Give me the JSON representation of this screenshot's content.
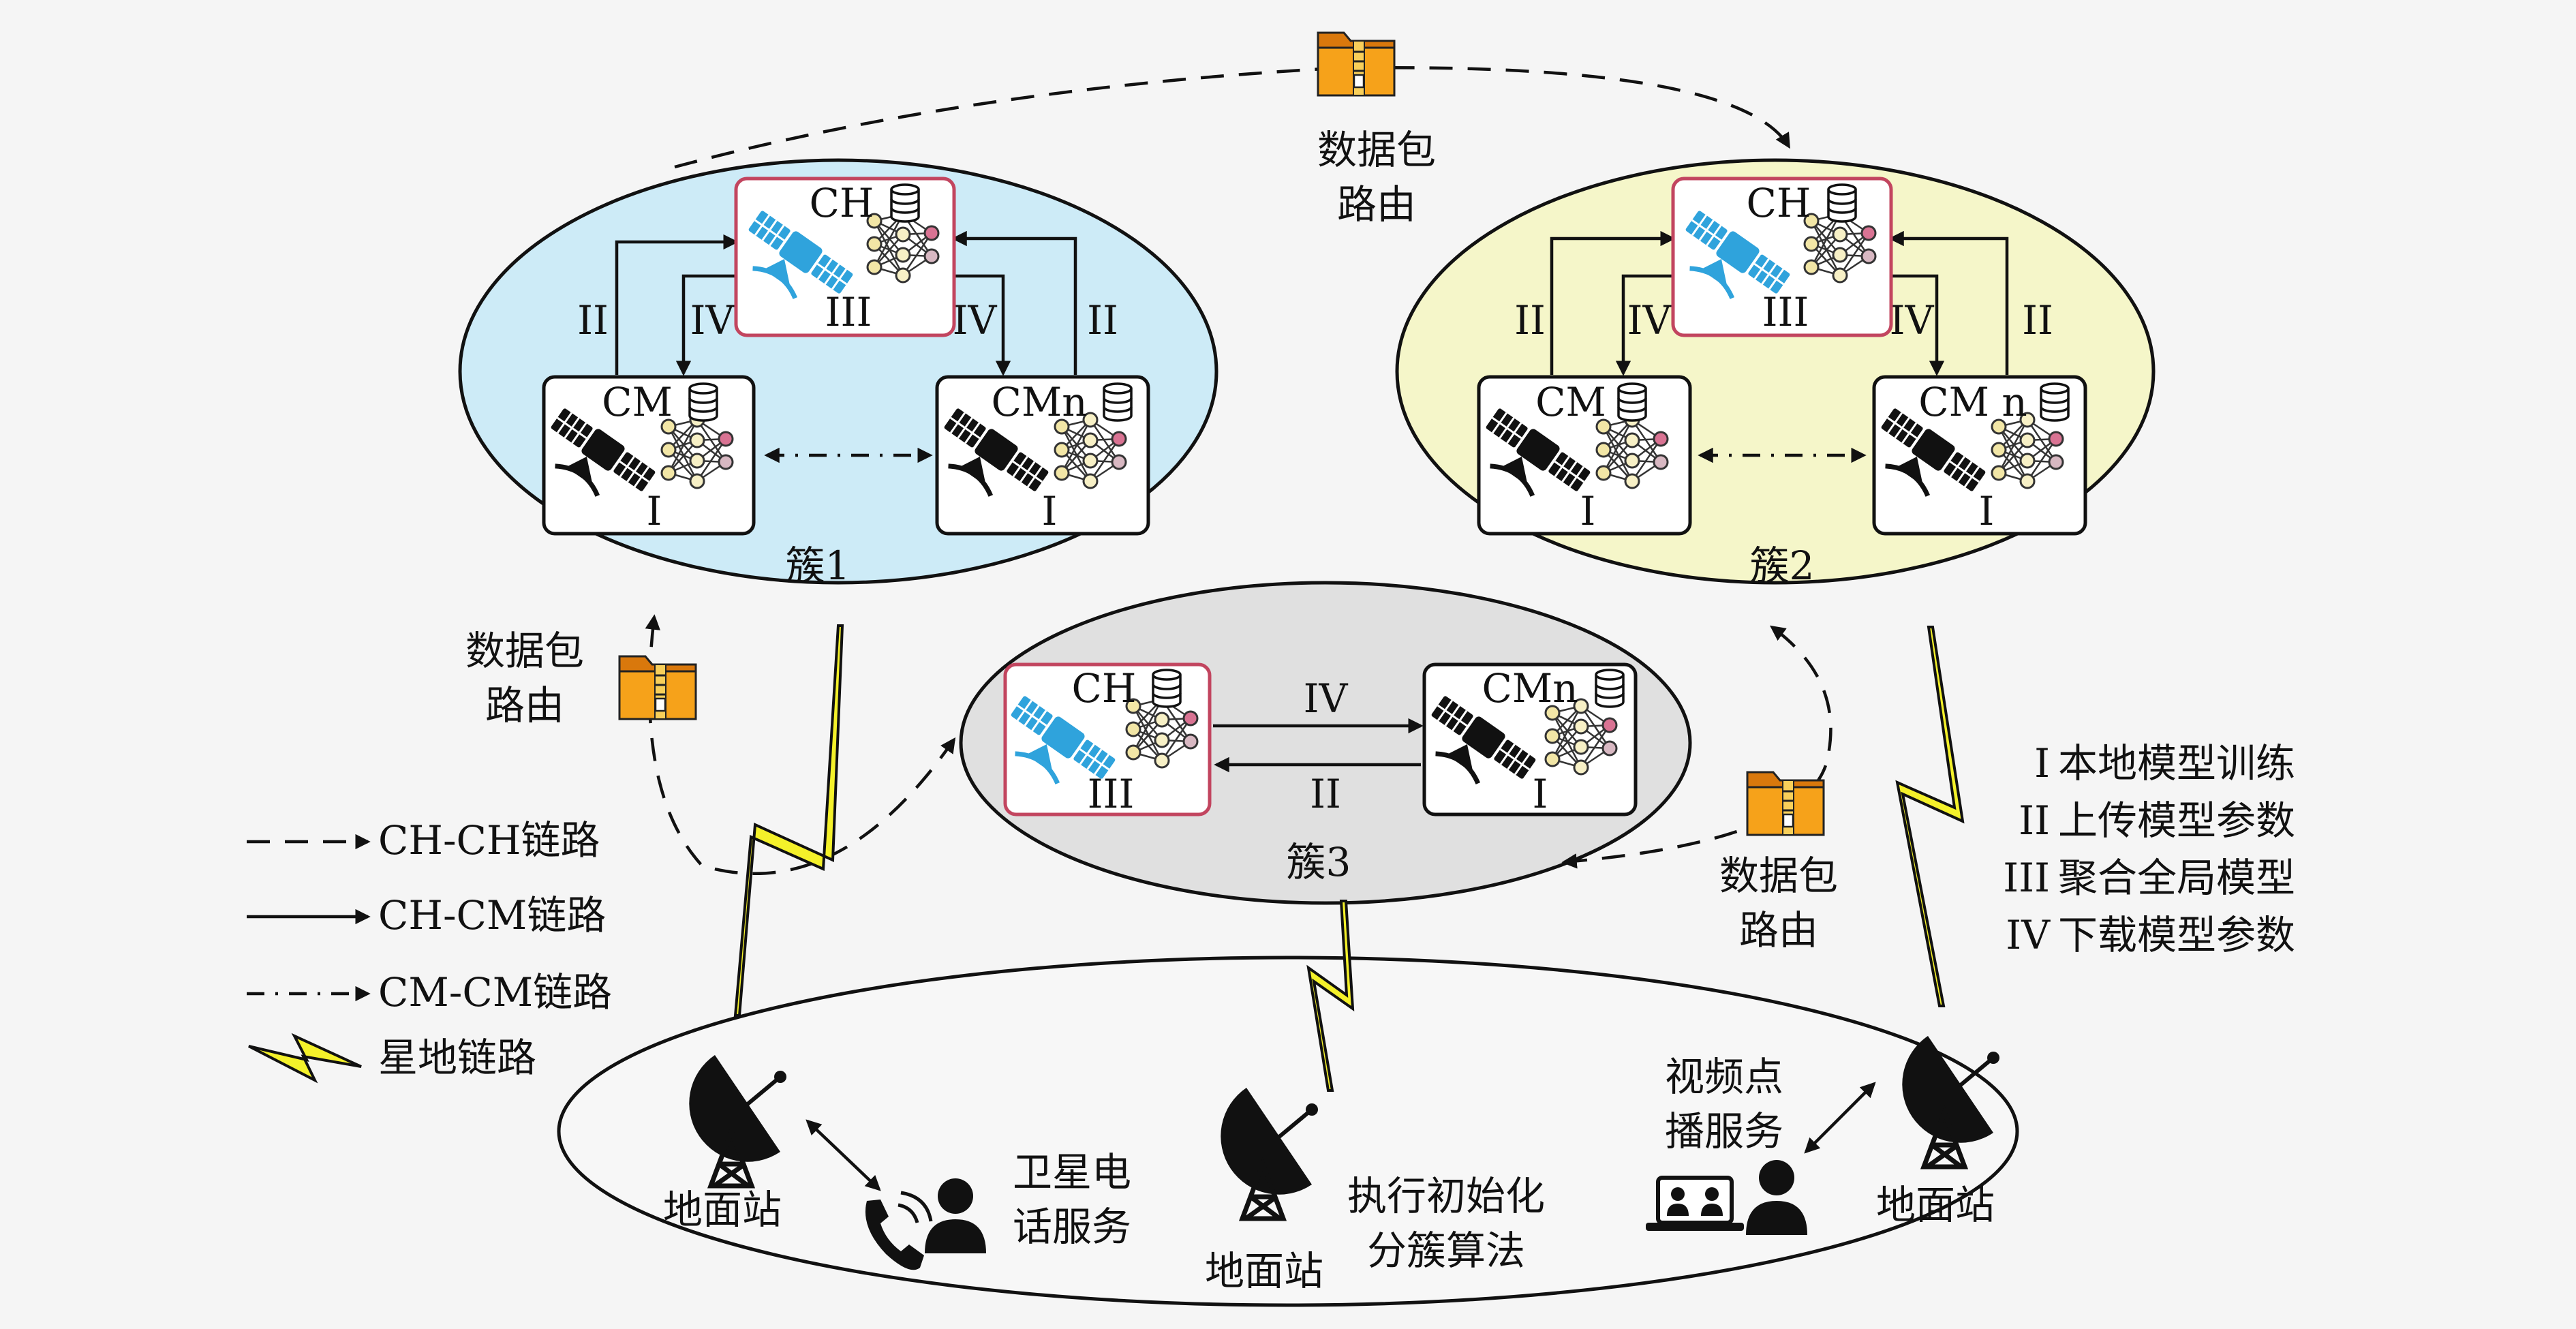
{
  "colors": {
    "cluster1_fill": "#cdebf7",
    "cluster2_fill": "#f5f6c9",
    "cluster3_fill": "#e0e0e0",
    "ground_fill": "#f7f7f7",
    "ch_border": "#c2455f",
    "satellite_blue": "#2fa3dc",
    "bolt_yellow": "#f4f12a",
    "folder_orange": "#f6a21a"
  },
  "clusters": [
    {
      "label": "簇1",
      "ch": {
        "label": "CH",
        "stage": "III"
      },
      "members": [
        {
          "label": "CM",
          "stage": "I"
        },
        {
          "label": "CMn",
          "stage": "I"
        }
      ],
      "link_labels": {
        "upload": "II",
        "download": "IV"
      }
    },
    {
      "label": "簇2",
      "ch": {
        "label": "CH",
        "stage": "III"
      },
      "members": [
        {
          "label": "CM",
          "stage": "I"
        },
        {
          "label": "CM n",
          "stage": "I"
        }
      ],
      "link_labels": {
        "upload": "II",
        "download": "IV"
      }
    },
    {
      "label": "簇3",
      "ch": {
        "label": "CH",
        "stage": "III"
      },
      "members": [
        {
          "label": "CMn",
          "stage": "I"
        }
      ],
      "link_labels": {
        "upload": "II",
        "download": "IV"
      }
    }
  ],
  "packet_routing_label": [
    "数据包",
    "路由"
  ],
  "legend": [
    {
      "style": "dashed",
      "label": "CH-CH链路"
    },
    {
      "style": "solid",
      "label": "CH-CM链路"
    },
    {
      "style": "dashdot",
      "label": "CM-CM链路"
    },
    {
      "style": "bolt",
      "label": "星地链路"
    }
  ],
  "steps": [
    {
      "numeral": "I",
      "label": "本地模型训练"
    },
    {
      "numeral": "II",
      "label": "上传模型参数"
    },
    {
      "numeral": "III",
      "label": "聚合全局模型"
    },
    {
      "numeral": "IV",
      "label": "下载模型参数"
    }
  ],
  "ground": {
    "station_label": "地面站",
    "services": [
      {
        "lines": [
          "卫星电",
          "话服务"
        ]
      },
      {
        "lines": [
          "执行初始化",
          "分簇算法"
        ]
      },
      {
        "lines": [
          "视频点",
          "播服务"
        ]
      }
    ]
  },
  "icons": [
    "satellite-icon",
    "database-icon",
    "neural-network-icon",
    "folder-zip-icon",
    "dish-antenna-icon",
    "phone-icon",
    "user-icon",
    "video-conference-icon"
  ]
}
